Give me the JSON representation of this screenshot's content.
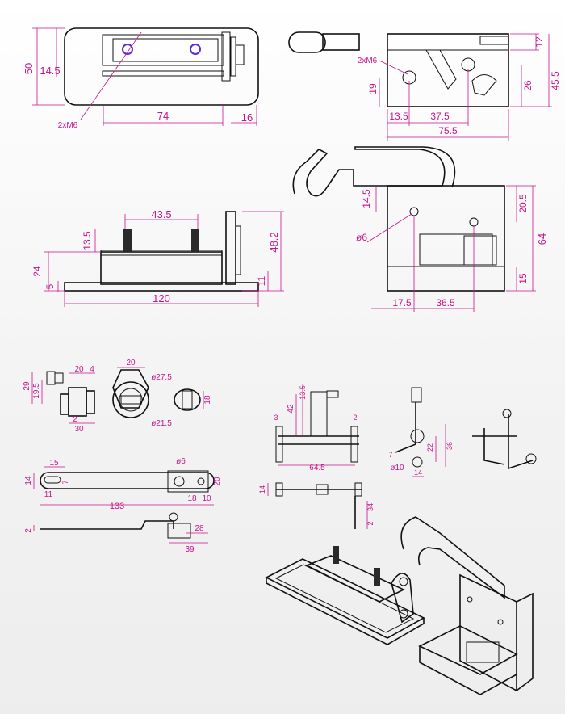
{
  "colors": {
    "dimension": "#c8148c",
    "outline": "#111111",
    "hole_highlight": "#5a2bd6",
    "background": "#f3f3f3"
  },
  "views": {
    "latch_top": {
      "dims": [
        "50",
        "14.5",
        "2xM6",
        "74",
        "16"
      ]
    },
    "latch_side": {
      "dims": [
        "2xM6",
        "12",
        "19",
        "26",
        "45.5",
        "13.5",
        "37.5",
        "75.5"
      ]
    },
    "latch_front": {
      "dims": [
        "43.5",
        "13.5",
        "48.2",
        "24",
        "5",
        "11",
        "120"
      ]
    },
    "handle_side": {
      "dims": [
        "14.5",
        "20.5",
        "ø6",
        "64",
        "15",
        "17.5",
        "36.5"
      ]
    },
    "cam_lock": {
      "dims": [
        "29",
        "19.5",
        "20",
        "4",
        "2",
        "30",
        "20",
        "ø27.5",
        "ø21.5",
        "18"
      ]
    },
    "cam_bar": {
      "dims": [
        "15",
        "14",
        "7",
        "11",
        "ø6",
        "18",
        "10",
        "20",
        "133",
        "2",
        "28",
        "39"
      ]
    },
    "rod_assembly": {
      "dims": [
        "13.5",
        "42",
        "3",
        "2",
        "64.5",
        "22",
        "36",
        "7",
        "ø10",
        "14",
        "14",
        "34",
        "2"
      ]
    }
  }
}
